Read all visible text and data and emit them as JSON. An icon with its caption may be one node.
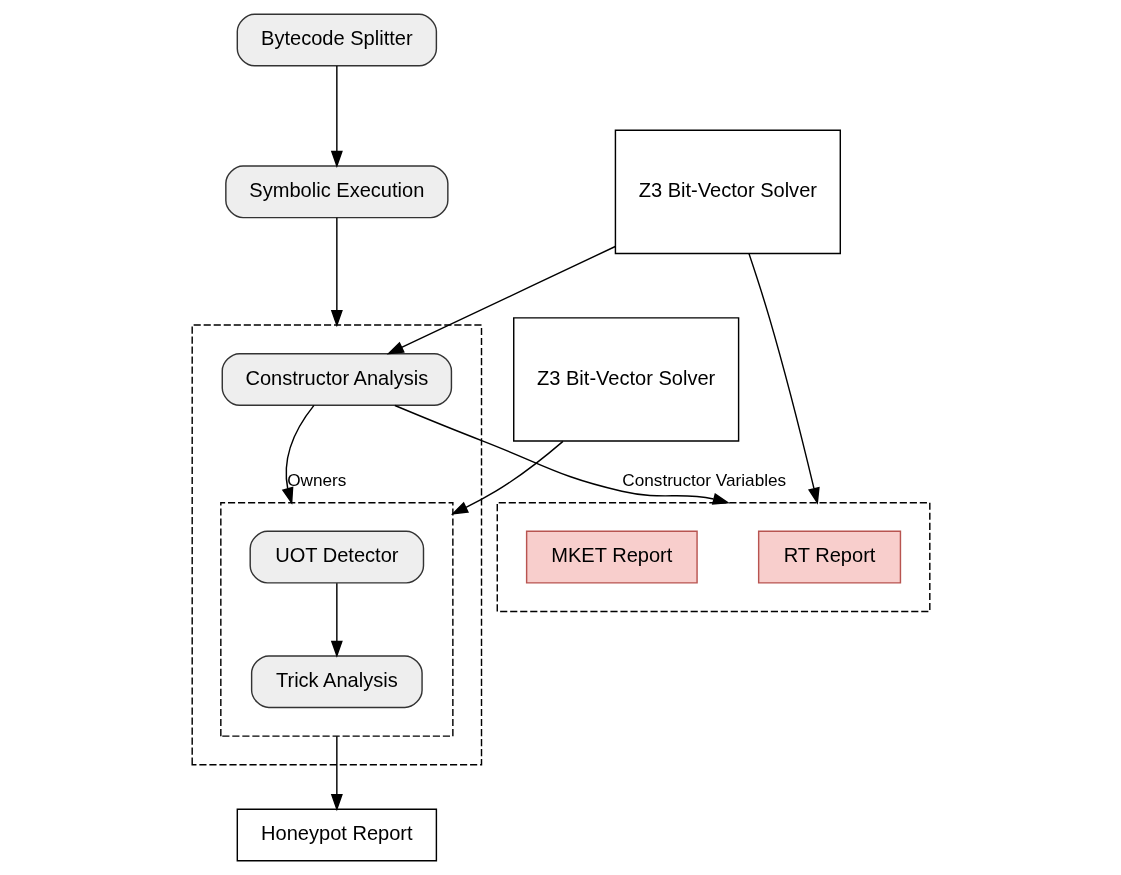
{
  "diagram": {
    "nodes": [
      {
        "text": [
          "Bytecode Splitter"
        ]
      },
      {
        "text": [
          "Symbolic Execution"
        ]
      },
      {
        "text": [],
        "shape": "box"
      },
      {
        "text": [
          "Z3 Bit-Vector Solver"
        ]
      },
      {
        "text": [
          "Constructor Analysis"
        ],
        "in": 2
      },
      {
        "text": [],
        "shape": "box",
        "in": 2
      },
      {
        "text": [
          "UOT Detector"
        ],
        "in": 5
      },
      {
        "text": [
          "Trick Analysis"
        ],
        "in": 5
      },
      {
        "text": [
          "Z3 Bit-Vector Solver"
        ]
      },
      {
        "text": [],
        "shape": "box"
      },
      {
        "text": [
          "RT Report"
        ],
        "in": 9
      },
      {
        "text": [
          "MKET Report"
        ],
        "in": 9
      },
      {
        "text": [
          "Honeypot Report"
        ]
      }
    ],
    "edges": [
      {
        "from": 0,
        "to": 1,
        "arrow": "to"
      },
      {
        "from": 1,
        "to": 2,
        "arrow": "to"
      },
      {
        "from": 3,
        "to": 4,
        "arrow": "to"
      },
      {
        "from": 4,
        "to": 5,
        "arrow": "to",
        "label": "Owners"
      },
      {
        "from": 6,
        "to": 7,
        "arrow": "to"
      },
      {
        "from": 8,
        "to": 5,
        "arrow": "to"
      },
      {
        "from": 4,
        "to": 9,
        "arrow": "to",
        "label": "Constructor Variables"
      },
      {
        "from": 3,
        "to": 9,
        "arrow": "to"
      },
      {
        "from": 5,
        "to": 12,
        "arrow": "to"
      }
    ]
  }
}
